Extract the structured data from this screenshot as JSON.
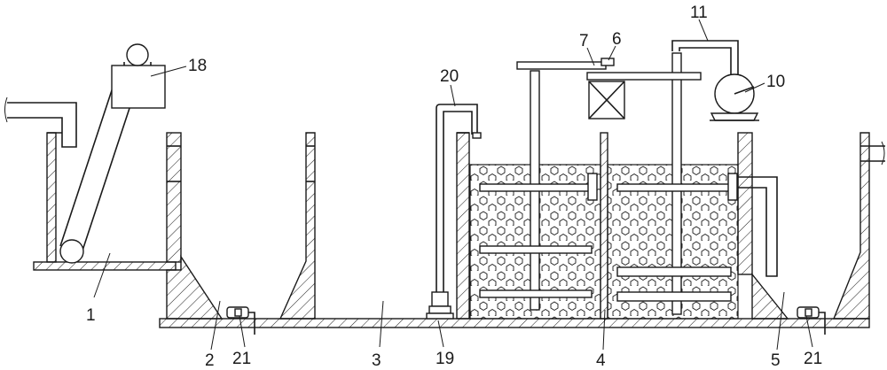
{
  "callouts": [
    {
      "id": "c1",
      "text": "1"
    },
    {
      "id": "c2",
      "text": "2"
    },
    {
      "id": "c21a",
      "text": "21"
    },
    {
      "id": "c3",
      "text": "3"
    },
    {
      "id": "c19",
      "text": "19"
    },
    {
      "id": "c4",
      "text": "4"
    },
    {
      "id": "c5",
      "text": "5"
    },
    {
      "id": "c21b",
      "text": "21"
    },
    {
      "id": "c18",
      "text": "18"
    },
    {
      "id": "c20",
      "text": "20"
    },
    {
      "id": "c7",
      "text": "7"
    },
    {
      "id": "c6",
      "text": "6"
    },
    {
      "id": "c11",
      "text": "11"
    },
    {
      "id": "c10",
      "text": "10"
    }
  ],
  "colors": {
    "line": "#1a1a1a",
    "background": "#ffffff"
  }
}
